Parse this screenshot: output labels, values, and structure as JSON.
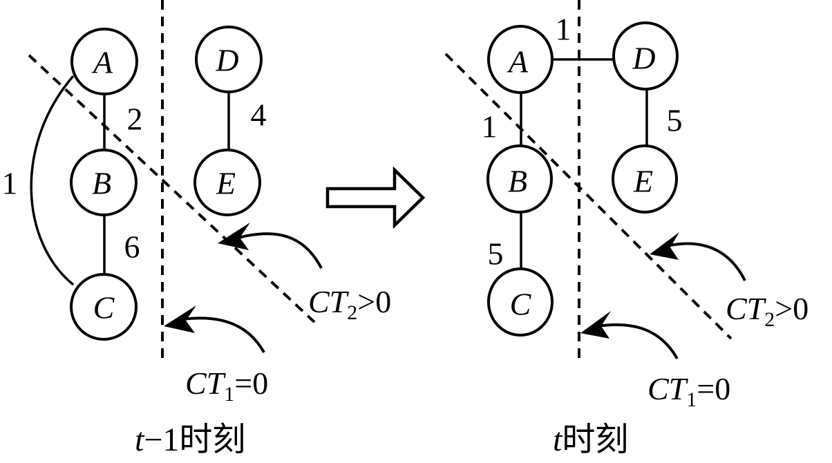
{
  "panels": [
    {
      "id": "left",
      "caption_var": "t",
      "caption_rest": "−1时刻",
      "nodes": {
        "A": "A",
        "B": "B",
        "C": "C",
        "D": "D",
        "E": "E"
      },
      "edges": [
        {
          "from": "A",
          "to": "B",
          "weight": "2"
        },
        {
          "from": "B",
          "to": "C",
          "weight": "6"
        },
        {
          "from": "A",
          "to": "C",
          "weight": "1"
        },
        {
          "from": "D",
          "to": "E",
          "weight": "4"
        }
      ],
      "cuts": [
        {
          "name": "CT",
          "sub": "1",
          "rel": "=0"
        },
        {
          "name": "CT",
          "sub": "2",
          "rel": ">0"
        }
      ]
    },
    {
      "id": "right",
      "caption_var": "t",
      "caption_rest": "时刻",
      "nodes": {
        "A": "A",
        "B": "B",
        "C": "C",
        "D": "D",
        "E": "E"
      },
      "edges": [
        {
          "from": "A",
          "to": "D",
          "weight": "1"
        },
        {
          "from": "A",
          "to": "B",
          "weight": "1"
        },
        {
          "from": "B",
          "to": "C",
          "weight": "5"
        },
        {
          "from": "D",
          "to": "E",
          "weight": "5"
        }
      ],
      "cuts": [
        {
          "name": "CT",
          "sub": "1",
          "rel": "=0"
        },
        {
          "name": "CT",
          "sub": "2",
          "rel": ">0"
        }
      ]
    }
  ],
  "transition_arrow": "right-arrow"
}
